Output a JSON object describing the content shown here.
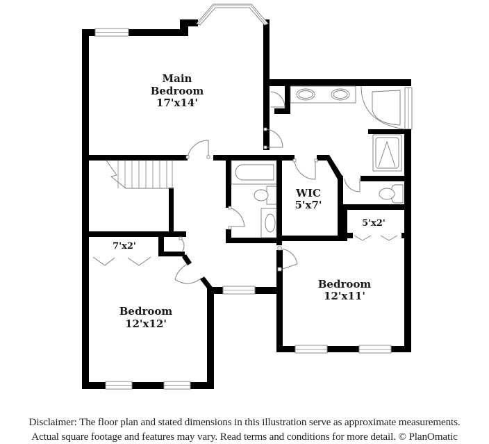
{
  "floor_plan": {
    "rooms": [
      {
        "id": "main-bedroom",
        "name_line1": "Main",
        "name_line2": "Bedroom",
        "dimensions": "17'x14'"
      },
      {
        "id": "wic",
        "name_line1": "WIC",
        "dimensions": "5'x7'"
      },
      {
        "id": "bedroom-right",
        "name_line1": "Bedroom",
        "dimensions": "12'x11'"
      },
      {
        "id": "bedroom-left",
        "name_line1": "Bedroom",
        "dimensions": "12'x12'"
      },
      {
        "id": "closet-left",
        "dimensions": "7'x2'"
      },
      {
        "id": "closet-right",
        "dimensions": "5'x2'"
      }
    ],
    "fixtures": [
      "double-vanity-sinks",
      "corner-tub",
      "shower",
      "toilet",
      "bathtub",
      "hall-toilet",
      "hall-sink",
      "stairs"
    ],
    "colors": {
      "wall": "#000000",
      "background": "#ffffff",
      "fixture_stroke": "#7a7a7a"
    }
  },
  "disclaimer": {
    "line1": "Disclaimer: The floor plan and stated dimensions in this illustration serve as approximate measurements.",
    "line2": "Actual square footage and features may vary. Read terms and conditions for more detail. © PlanOmatic"
  }
}
